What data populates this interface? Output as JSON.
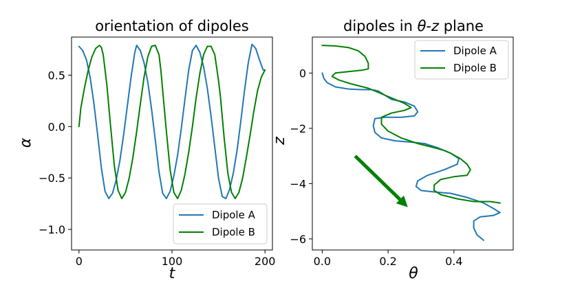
{
  "figure": {
    "background": "#ffffff",
    "colors": {
      "Dipole A": "#1f77b4",
      "Dipole B": "#008000",
      "arrow": "#008000"
    }
  },
  "chart_data": [
    {
      "type": "line",
      "title": "orientation of dipoles",
      "xlabel": "t",
      "ylabel": "α",
      "xlim": [
        -8,
        208
      ],
      "ylim": [
        -1.2,
        0.87
      ],
      "xticks": [
        0,
        100,
        200
      ],
      "yticks": [
        -1.0,
        -0.5,
        0.0,
        0.5
      ],
      "xtick_labels": [
        "0",
        "100",
        "200"
      ],
      "ytick_labels": [
        "−1.0",
        "−0.5",
        "0.0",
        "0.5"
      ],
      "legend": "lower-right",
      "grid": false,
      "series": [
        {
          "name": "Dipole A",
          "color": "#1f77b4",
          "x": [
            0,
            4,
            8,
            12,
            16,
            20,
            24,
            28,
            32,
            36,
            40,
            44,
            48,
            52,
            56,
            60,
            62,
            66,
            70,
            74,
            78,
            82,
            86,
            90,
            94,
            98,
            102,
            106,
            110,
            114,
            118,
            122,
            126,
            130,
            134,
            138,
            142,
            146,
            150,
            154,
            158,
            162,
            166,
            170,
            174,
            178,
            182,
            186,
            190,
            194,
            198,
            200
          ],
          "y": [
            0.78,
            0.74,
            0.65,
            0.48,
            0.23,
            -0.08,
            -0.4,
            -0.63,
            -0.7,
            -0.65,
            -0.52,
            -0.33,
            -0.08,
            0.2,
            0.48,
            0.72,
            0.79,
            0.74,
            0.62,
            0.43,
            0.17,
            -0.13,
            -0.44,
            -0.65,
            -0.7,
            -0.63,
            -0.48,
            -0.28,
            -0.02,
            0.27,
            0.55,
            0.74,
            0.79,
            0.72,
            0.58,
            0.37,
            0.1,
            -0.2,
            -0.5,
            -0.68,
            -0.7,
            -0.61,
            -0.45,
            -0.23,
            0.05,
            0.35,
            0.62,
            0.8,
            0.76,
            0.65,
            0.55,
            0.55
          ]
        },
        {
          "name": "Dipole B",
          "color": "#008000",
          "x": [
            0,
            2,
            6,
            10,
            14,
            18,
            22,
            24,
            26,
            30,
            34,
            38,
            42,
            46,
            50,
            54,
            58,
            62,
            66,
            70,
            74,
            78,
            82,
            86,
            88,
            90,
            94,
            98,
            102,
            106,
            110,
            114,
            118,
            122,
            126,
            130,
            134,
            138,
            142,
            146,
            150,
            152,
            156,
            160,
            164,
            168,
            172,
            176,
            180,
            184,
            188,
            192,
            196,
            200
          ],
          "y": [
            0.0,
            0.18,
            0.38,
            0.55,
            0.68,
            0.76,
            0.79,
            0.77,
            0.7,
            0.4,
            0.0,
            -0.38,
            -0.62,
            -0.7,
            -0.64,
            -0.5,
            -0.3,
            -0.05,
            0.22,
            0.48,
            0.68,
            0.78,
            0.79,
            0.7,
            0.55,
            0.35,
            -0.05,
            -0.42,
            -0.64,
            -0.7,
            -0.62,
            -0.46,
            -0.25,
            0.0,
            0.28,
            0.52,
            0.7,
            0.78,
            0.78,
            0.7,
            0.45,
            0.3,
            -0.1,
            -0.45,
            -0.64,
            -0.7,
            -0.64,
            -0.5,
            -0.3,
            -0.08,
            0.15,
            0.35,
            0.48,
            0.55
          ]
        }
      ]
    },
    {
      "type": "line",
      "title": "dipoles in θ-z plane",
      "xlabel": "θ",
      "ylabel": "z",
      "xlim": [
        -0.03,
        0.58
      ],
      "ylim": [
        -6.4,
        1.3
      ],
      "xticks": [
        0.0,
        0.2,
        0.4
      ],
      "yticks": [
        -6,
        -4,
        -2,
        0
      ],
      "xtick_labels": [
        "0.0",
        "0.2",
        "0.4"
      ],
      "ytick_labels": [
        "−6",
        "−4",
        "−2",
        "0"
      ],
      "legend": "top-right",
      "grid": false,
      "annotations": [
        {
          "type": "arrow",
          "from": [
            0.1,
            -3.0
          ],
          "to": [
            0.26,
            -4.85
          ],
          "color": "#008000"
        }
      ],
      "series": [
        {
          "name": "Dipole A",
          "color": "#1f77b4",
          "x": [
            0.0,
            0.005,
            0.015,
            0.04,
            0.08,
            0.12,
            0.15,
            0.17,
            0.19,
            0.21,
            0.25,
            0.28,
            0.29,
            0.28,
            0.24,
            0.19,
            0.16,
            0.155,
            0.16,
            0.18,
            0.22,
            0.27,
            0.31,
            0.35,
            0.39,
            0.415,
            0.41,
            0.37,
            0.32,
            0.29,
            0.285,
            0.3,
            0.34,
            0.39,
            0.44,
            0.49,
            0.52,
            0.54,
            0.52,
            0.48,
            0.46,
            0.46,
            0.47,
            0.49
          ],
          "y": [
            0.0,
            -0.2,
            -0.35,
            -0.5,
            -0.58,
            -0.6,
            -0.6,
            -0.65,
            -0.8,
            -0.95,
            -1.05,
            -1.2,
            -1.4,
            -1.55,
            -1.6,
            -1.6,
            -1.65,
            -1.9,
            -2.15,
            -2.35,
            -2.45,
            -2.5,
            -2.55,
            -2.7,
            -2.9,
            -3.1,
            -3.3,
            -3.5,
            -3.7,
            -3.9,
            -4.1,
            -4.25,
            -4.3,
            -4.35,
            -4.5,
            -4.7,
            -4.9,
            -5.05,
            -5.15,
            -5.2,
            -5.35,
            -5.6,
            -5.85,
            -6.05
          ]
        },
        {
          "name": "Dipole B",
          "color": "#008000",
          "x": [
            0.0,
            0.04,
            0.08,
            0.11,
            0.13,
            0.14,
            0.14,
            0.12,
            0.08,
            0.04,
            0.03,
            0.05,
            0.09,
            0.14,
            0.18,
            0.22,
            0.25,
            0.27,
            0.25,
            0.21,
            0.18,
            0.18,
            0.2,
            0.24,
            0.29,
            0.34,
            0.37,
            0.39,
            0.42,
            0.44,
            0.45,
            0.44,
            0.4,
            0.36,
            0.34,
            0.34,
            0.36,
            0.41,
            0.46,
            0.51,
            0.54
          ],
          "y": [
            1.0,
            0.98,
            0.92,
            0.8,
            0.6,
            0.35,
            0.15,
            0.1,
            0.05,
            0.0,
            -0.12,
            -0.25,
            -0.4,
            -0.55,
            -0.75,
            -0.95,
            -1.1,
            -1.25,
            -1.35,
            -1.45,
            -1.6,
            -1.85,
            -2.1,
            -2.35,
            -2.55,
            -2.7,
            -2.8,
            -2.9,
            -3.1,
            -3.3,
            -3.5,
            -3.7,
            -3.75,
            -3.85,
            -4.05,
            -4.25,
            -4.4,
            -4.55,
            -4.65,
            -4.65,
            -4.7
          ]
        }
      ]
    }
  ]
}
